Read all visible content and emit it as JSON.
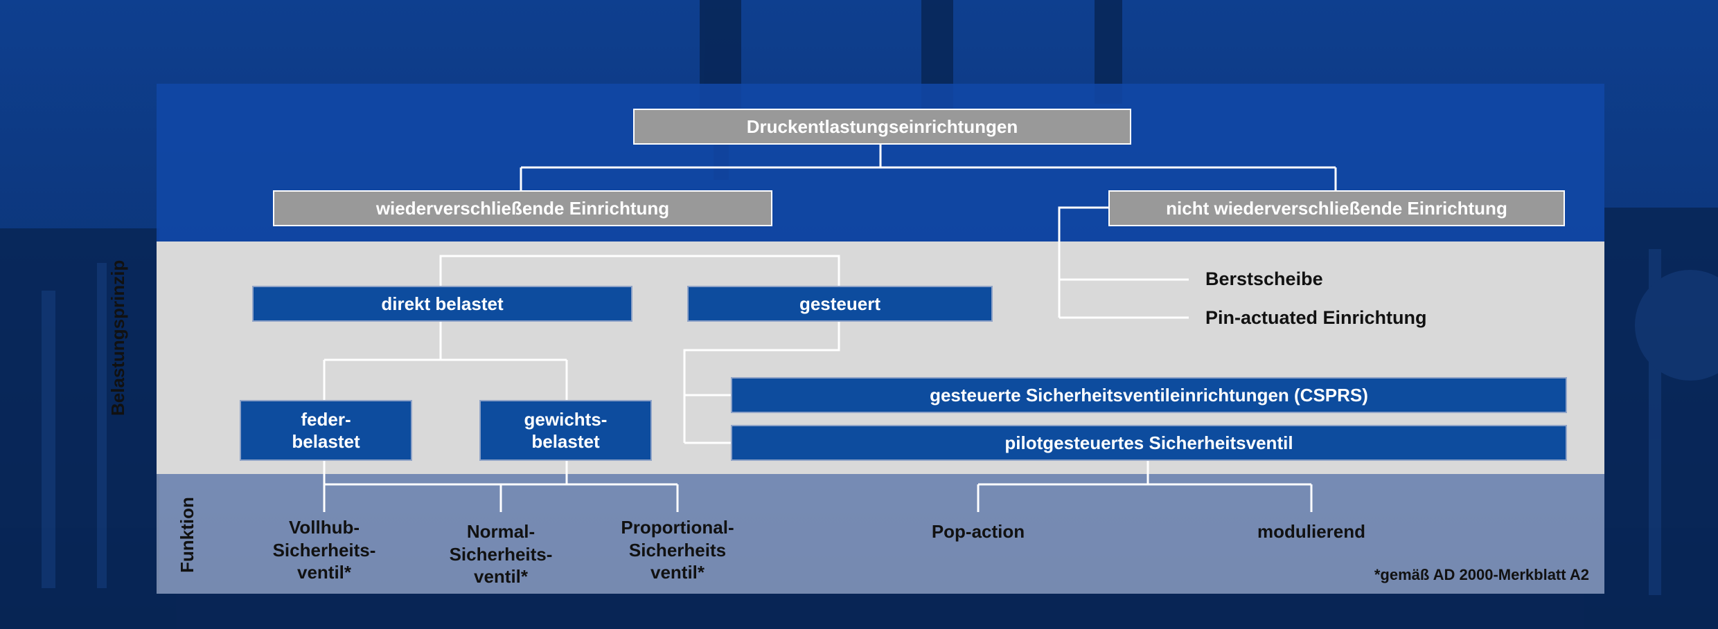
{
  "diagram": {
    "root": "Druckentlastungseinrichtungen",
    "reclosing": "wiederverschließende Einrichtung",
    "non_reclosing": "nicht wiederverschließende Einrichtung",
    "rupture_disc": "Berstscheibe",
    "pin_actuated": "Pin-actuated Einrichtung",
    "loading_label": "Belastungsprinzip",
    "direct": "direkt belastet",
    "controlled": "gesteuert",
    "spring_line1": "feder-",
    "spring_line2": "belastet",
    "weight_line1": "gewichts-",
    "weight_line2": "belastet",
    "cspr": "gesteuerte Sicherheitsventileinrichtungen (CSPRS)",
    "pilot": "pilotgesteuertes Sicherheitsventil",
    "function_label": "Funktion",
    "full_lift": [
      "Vollhub-",
      "Sicherheits-",
      "ventil*"
    ],
    "normal": [
      "Normal-",
      "Sicherheits-",
      "ventil*"
    ],
    "proportional": [
      "Proportional-",
      "Sicherheits",
      "ventil*"
    ],
    "pop_action": "Pop-action",
    "modulating": "modulierend",
    "footnote": "*gemäß AD 2000-Merkblatt A2"
  },
  "colors": {
    "top_band": "#1148a8",
    "mid_band": "#d9d9d9",
    "gray_box": "#999999",
    "blue_box": "#0d4c9e",
    "connector": "#ffffff"
  }
}
